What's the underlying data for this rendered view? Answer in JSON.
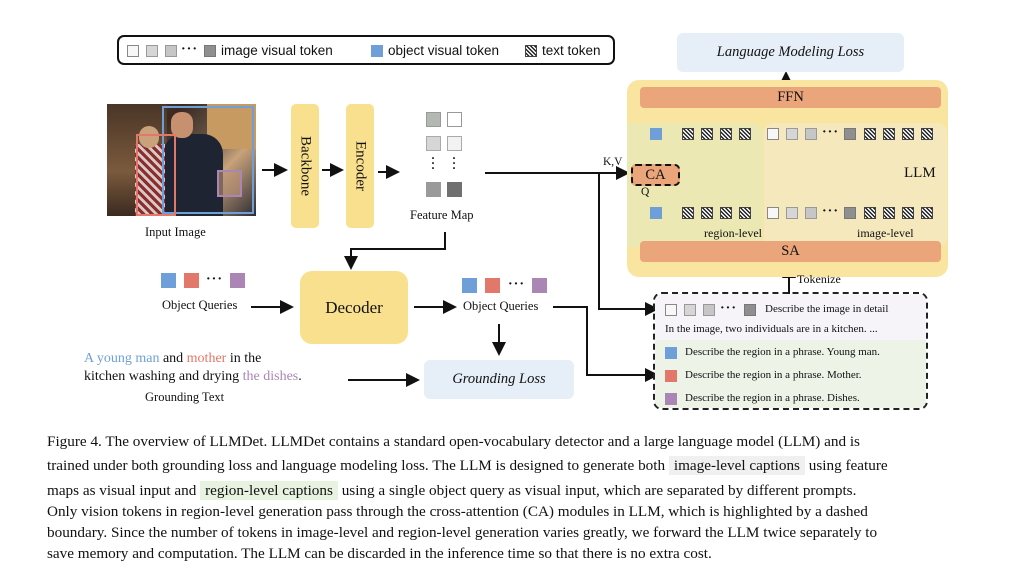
{
  "legend": {
    "image_visual_token": "image visual token",
    "object_visual_token": "object visual token",
    "text_token": "text token",
    "ellipsis": "···"
  },
  "left": {
    "input_image_label": "Input Image",
    "backbone": "Backbone",
    "encoder": "Encoder",
    "feature_map_label": "Feature Map",
    "object_queries_in": "Object Queries",
    "decoder": "Decoder",
    "object_queries_out": "Object Queries",
    "grounding_loss": "Grounding Loss",
    "grounding_text_label": "Grounding Text",
    "grounding_text": {
      "part1": "A young man",
      "part2": " and ",
      "part3": "mother",
      "part4": " in the",
      "part5": "kitchen washing and drying ",
      "part6": "the dishes",
      "part7": "."
    },
    "box_colors": {
      "young_man": "#6f9fd8",
      "mother": "#e2786a",
      "dishes": "#ab86b5"
    }
  },
  "llm": {
    "language_modeling_loss": "Language Modeling Loss",
    "ffn": "FFN",
    "ca": "CA",
    "kv": "K,V",
    "q": "Q",
    "llm_label": "LLM",
    "region_level": "region-level",
    "image_level": "image-level",
    "sa": "SA",
    "tokenize": "Tokenize"
  },
  "prompts": {
    "image_prompt": "Describe the image in detail",
    "image_caption": "In the image, two individuals are in a kitchen. ...",
    "region_prompts": [
      "Describe the region in a phrase. Young man.",
      "Describe the region in a phrase. Mother.",
      "Describe the region in a phrase. Dishes."
    ]
  },
  "caption": {
    "line1": "Figure 4.  The overview of LLMDet.  LLMDet contains a standard open-vocabulary detector and a large language model (LLM) and is",
    "line2a": "trained under both grounding loss and language modeling loss. The LLM is designed to generate both ",
    "line2hl": "image-level captions",
    "line2b": " using feature",
    "line3a": "maps as visual input and ",
    "line3hl": "region-level captions",
    "line3b": " using a single object query as visual input, which are separated by different prompts.",
    "line4": "Only vision tokens in region-level generation pass through the cross-attention (CA) modules in LLM, which is highlighted by a dashed",
    "line5": "boundary. Since the number of tokens in image-level and region-level generation varies greatly, we forward the LLM twice separately to",
    "line6": "save memory and computation. The LLM can be discarded in the inference time so that there is no extra cost."
  },
  "colors": {
    "yellow_block": "#f9e08e",
    "llm_bg": "#fae5a0",
    "orange_bar": "#eaa57a",
    "loss_bg": "#e6eef7",
    "green_bg": "#edf3e6",
    "object_blue": "#6f9fd8",
    "object_red": "#e2786a",
    "object_purple": "#ab86b5"
  }
}
